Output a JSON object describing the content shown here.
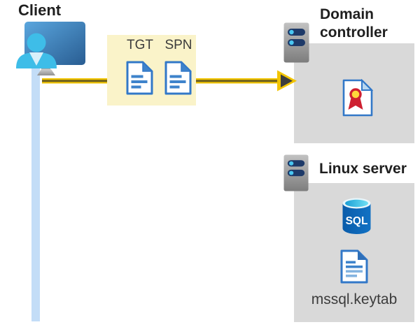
{
  "client": {
    "label": "Client",
    "icon": "client-workstation-icon"
  },
  "ticket_box": {
    "tgt_label": "TGT",
    "spn_label": "SPN",
    "icons": [
      "tgt-document-icon",
      "spn-document-icon"
    ]
  },
  "arrow": {
    "direction": "right",
    "from": "client",
    "to": "domain-controller"
  },
  "domain_controller": {
    "label": "Domain controller",
    "icons": [
      "server-icon",
      "certificate-icon"
    ]
  },
  "linux_server": {
    "label": "Linux server",
    "sql_label": "SQL",
    "keytab_label": "mssql.keytab",
    "icons": [
      "server-icon",
      "sql-database-icon",
      "keytab-document-icon"
    ]
  },
  "colors": {
    "arrow_yellow": "#f2c400",
    "arrow_stripe": "#6a5d1e",
    "arrowhead_dark": "#3d3d3d",
    "ticket_box_yellow": "#faf3c9",
    "gray_box": "#d9d9d9",
    "doc_border_blue": "#3278c8",
    "client_cyan": "#3ebde8",
    "timeline_blue": "#c3ddf7",
    "monitor_blue": "#2e6ca8",
    "server_pill_navy": "#1e3a69",
    "server_dot_cyan": "#49c7f2",
    "sql_body_blue": "#0e62b0",
    "ribbon_red": "#ce2030",
    "ribbon_yellow": "#ffd73b",
    "label_text": "#1f1f1f"
  }
}
